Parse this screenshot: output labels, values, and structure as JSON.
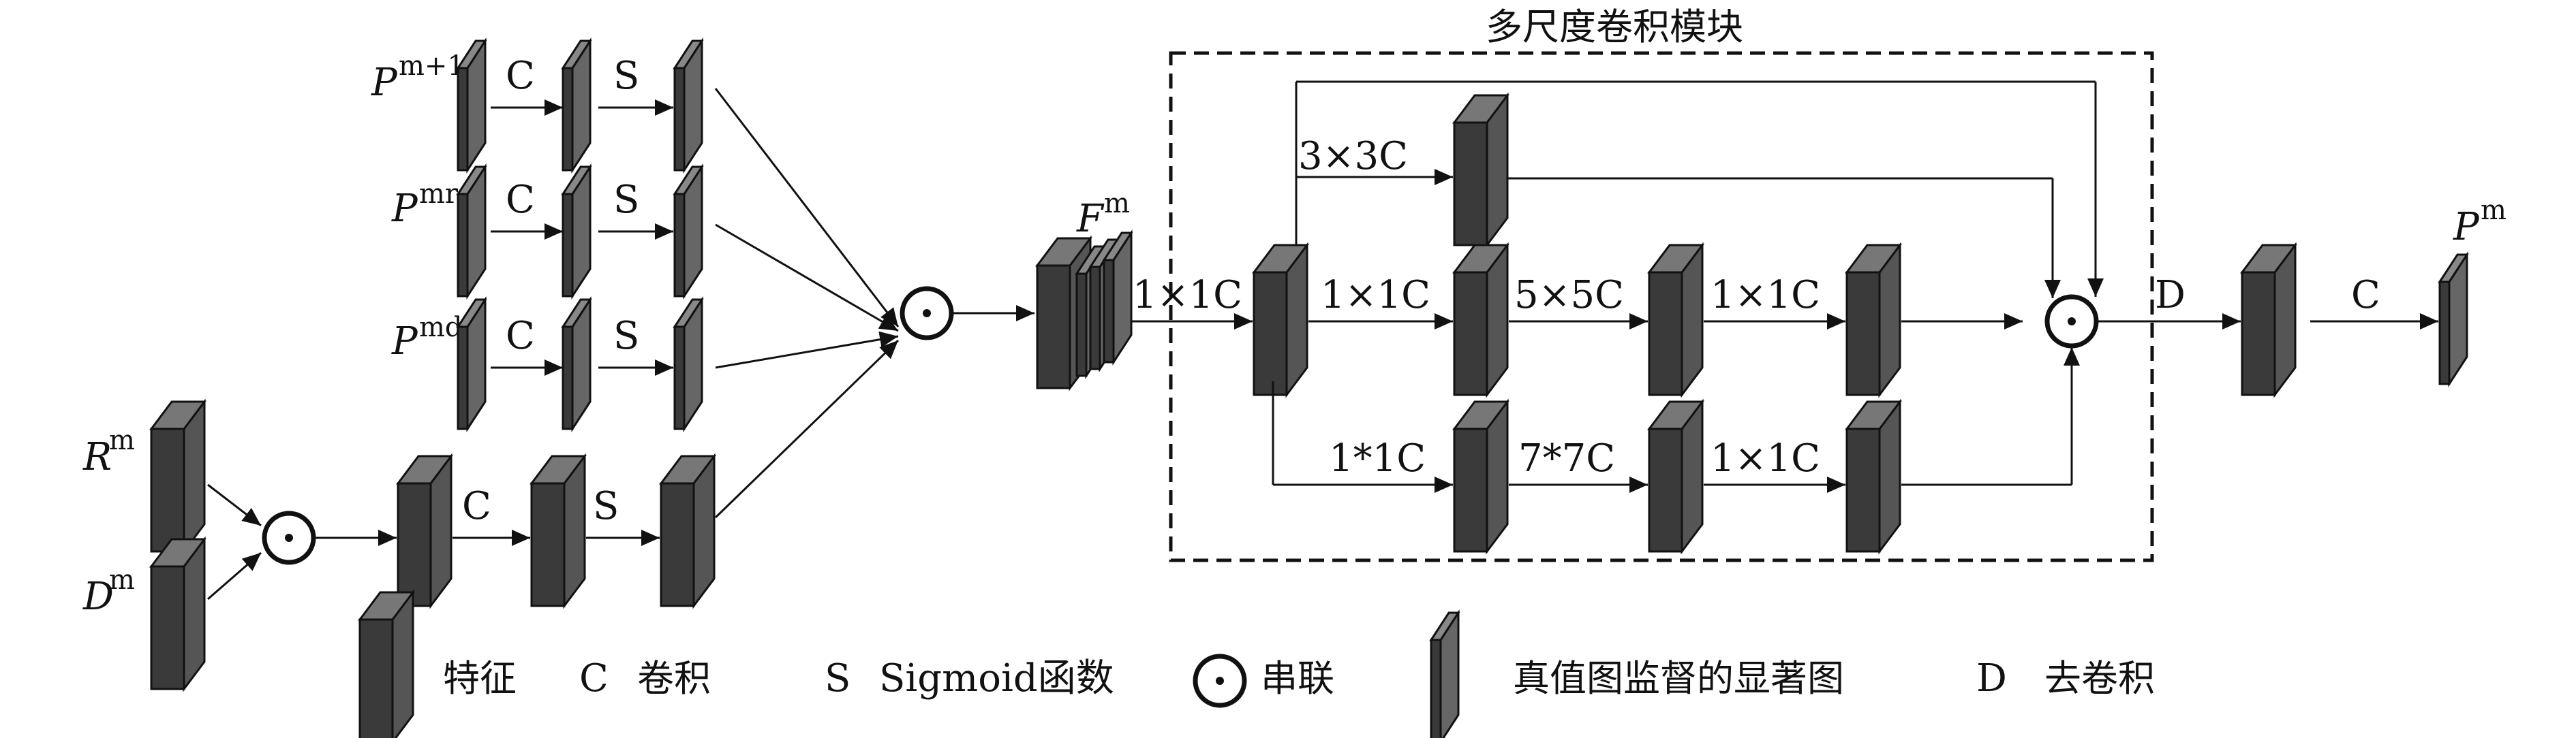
{
  "title": "多尺度卷积模块",
  "inputs": {
    "p_m1": "P",
    "p_m1_sup": "m+1",
    "p_mr": "P",
    "p_mr_sup": "mr",
    "p_md": "P",
    "p_md_sup": "md",
    "r_m": "R",
    "r_m_sup": "m",
    "d_m": "D",
    "d_m_sup": "m"
  },
  "ops": {
    "c": "C",
    "s": "S",
    "d": "D",
    "conv1x1": "1×1C",
    "conv3x3": "3×3C",
    "conv5x5": "5×5C",
    "conv1x1_star": "1*1C",
    "conv7x7_star": "7*7C"
  },
  "fused": {
    "f_m": "F",
    "f_m_sup": "m"
  },
  "output": {
    "p_m": "P",
    "p_m_sup": "m"
  },
  "legend": {
    "feature": "特征",
    "conv_key": "C",
    "conv": "卷积",
    "sig_key": "S",
    "sigmoid": "Sigmoid函数",
    "concat": "串联",
    "saliency": "真值图监督的显著图",
    "deconv_key": "D",
    "deconv": "去卷积"
  },
  "colors": {
    "face": "#3a3a3a",
    "side": "#555555",
    "top": "#777777",
    "line": "#111111"
  }
}
